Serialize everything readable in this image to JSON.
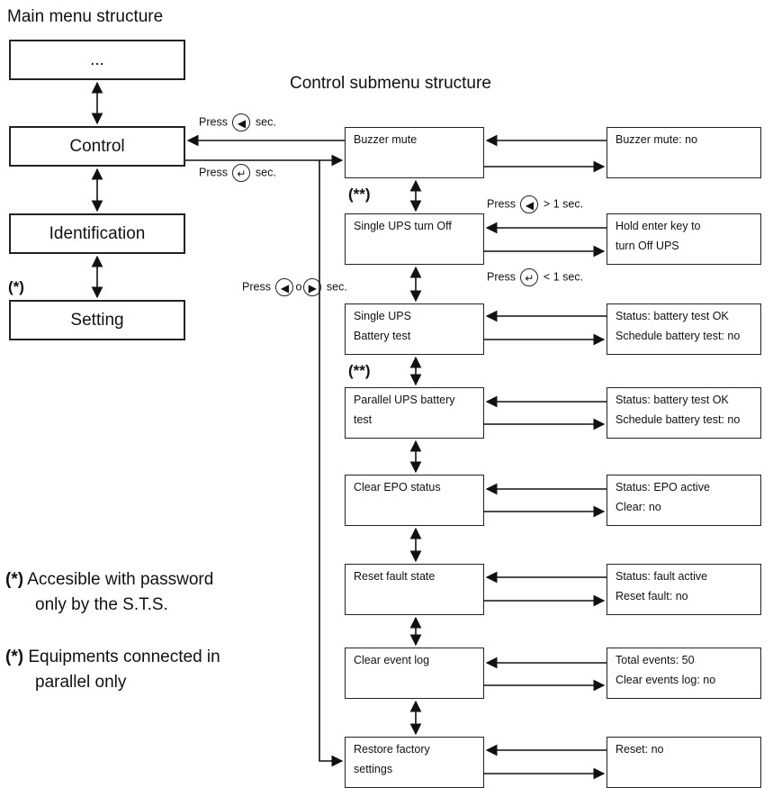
{
  "main_title": "Main menu structure",
  "submenu_title": "Control submenu structure",
  "main_menu": [
    "...",
    "Control",
    "Identification",
    "Setting"
  ],
  "setting_mark": "(*)",
  "parallel_marks": [
    "(**)",
    "(**)"
  ],
  "submenu": [
    {
      "lines": [
        "Buzzer mute"
      ],
      "right": [
        "Buzzer mute: no"
      ]
    },
    {
      "lines": [
        "Single UPS turn Off"
      ],
      "right": [
        "Hold enter key to",
        "turn Off UPS"
      ]
    },
    {
      "lines": [
        "Single UPS",
        "Battery test"
      ],
      "right": [
        "Status: battery test OK",
        "Schedule battery test: no"
      ]
    },
    {
      "lines": [
        "Parallel UPS battery",
        "test"
      ],
      "right": [
        "Status: battery test OK",
        "Schedule battery test: no"
      ]
    },
    {
      "lines": [
        "Clear EPO status"
      ],
      "right": [
        "Status: EPO active",
        "Clear: no"
      ]
    },
    {
      "lines": [
        "Reset fault state"
      ],
      "right": [
        "Status: fault active",
        "Reset fault: no"
      ]
    },
    {
      "lines": [
        "Clear event log"
      ],
      "right": [
        "Total events: 50",
        "Clear events log: no"
      ]
    },
    {
      "lines": [
        "Restore factory",
        "settings"
      ],
      "right": [
        "Reset: no"
      ]
    }
  ],
  "press_labels": {
    "back": {
      "pre": "Press",
      "icon_left": "◀",
      "post": "sec."
    },
    "enter": {
      "pre": "Press",
      "icon_left": "↵",
      "post": "sec."
    },
    "scroll": {
      "pre": "Press",
      "icon_left": "◀",
      "mid": "o",
      "icon_right": "▶",
      "post": "sec."
    },
    "back_long": {
      "pre": "Press",
      "icon_left": "◀",
      "post": "> 1 sec."
    },
    "enter_short": {
      "pre": "Press",
      "icon_left": "↵",
      "post": "< 1 sec."
    }
  },
  "notes": [
    {
      "mark": "(*)",
      "lines": [
        "Accesible with password",
        "only by the S.T.S."
      ]
    },
    {
      "mark": "(*)",
      "lines": [
        "Equipments connected in",
        "parallel only"
      ]
    }
  ]
}
